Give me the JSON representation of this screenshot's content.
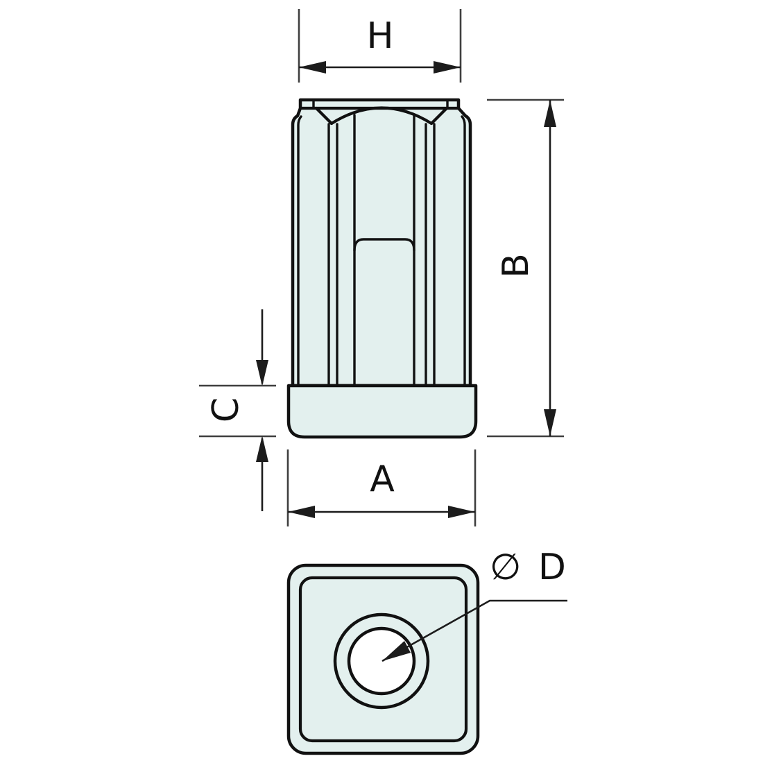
{
  "drawing": {
    "colors": {
      "part_fill": "#e3f0ee",
      "hole_fill": "#ffffff",
      "outline": "#111111",
      "dimension_line": "#1c1c1c",
      "extension_line": "#3f3f3f",
      "label_text": "#111111",
      "background": "#ffffff"
    },
    "front_view": {
      "dimension_labels": {
        "top_width": "H",
        "overall_height": "B",
        "base_height": "C",
        "base_width": "A"
      }
    },
    "bottom_view": {
      "dimension_labels": {
        "hole_diameter": "∅ D"
      }
    }
  }
}
